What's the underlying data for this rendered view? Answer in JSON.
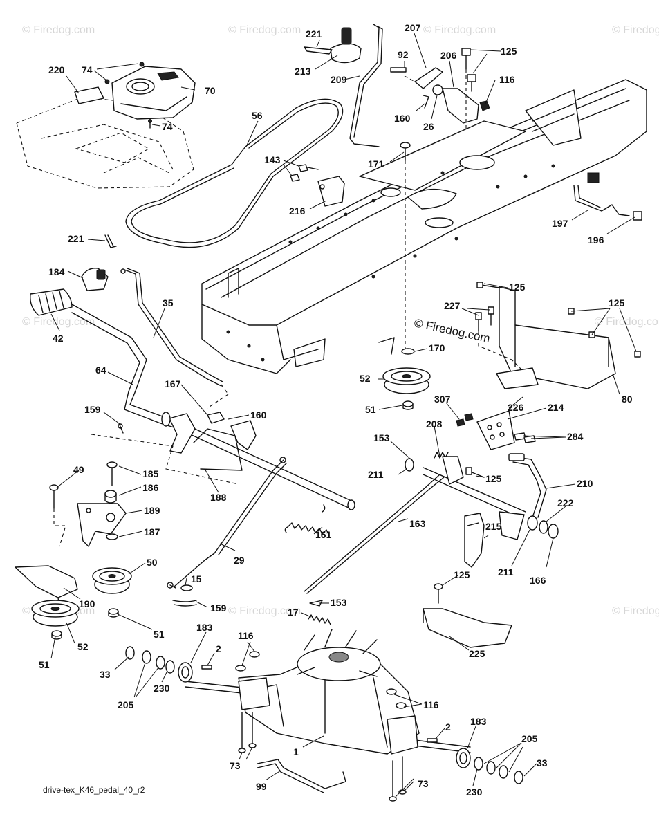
{
  "diagram_id": "drive-tex_K46_pedal_40_r2",
  "watermark": "© Firedog.com",
  "callouts": [
    {
      "id": "c221a",
      "label": "221"
    },
    {
      "id": "c213",
      "label": "213"
    },
    {
      "id": "c207",
      "label": "207"
    },
    {
      "id": "c206",
      "label": "206"
    },
    {
      "id": "c125a",
      "label": "125"
    },
    {
      "id": "c92",
      "label": "92"
    },
    {
      "id": "c220",
      "label": "220"
    },
    {
      "id": "c74a",
      "label": "74"
    },
    {
      "id": "c70",
      "label": "70"
    },
    {
      "id": "c209",
      "label": "209"
    },
    {
      "id": "c116a",
      "label": "116"
    },
    {
      "id": "c160a",
      "label": "160"
    },
    {
      "id": "c26",
      "label": "26"
    },
    {
      "id": "c74b",
      "label": "74"
    },
    {
      "id": "c56",
      "label": "56"
    },
    {
      "id": "c171",
      "label": "171"
    },
    {
      "id": "c143",
      "label": "143"
    },
    {
      "id": "c216",
      "label": "216"
    },
    {
      "id": "c197",
      "label": "197"
    },
    {
      "id": "c196",
      "label": "196"
    },
    {
      "id": "c221b",
      "label": "221"
    },
    {
      "id": "c184",
      "label": "184"
    },
    {
      "id": "c125b",
      "label": "125"
    },
    {
      "id": "c35",
      "label": "35"
    },
    {
      "id": "c227",
      "label": "227"
    },
    {
      "id": "c125c",
      "label": "125"
    },
    {
      "id": "c42",
      "label": "42"
    },
    {
      "id": "c170",
      "label": "170"
    },
    {
      "id": "c64",
      "label": "64"
    },
    {
      "id": "c52a",
      "label": "52"
    },
    {
      "id": "c167",
      "label": "167"
    },
    {
      "id": "c80",
      "label": "80"
    },
    {
      "id": "c159a",
      "label": "159"
    },
    {
      "id": "c160b",
      "label": "160"
    },
    {
      "id": "c51a",
      "label": "51"
    },
    {
      "id": "c307",
      "label": "307"
    },
    {
      "id": "c226",
      "label": "226"
    },
    {
      "id": "c214",
      "label": "214"
    },
    {
      "id": "c208",
      "label": "208"
    },
    {
      "id": "c284",
      "label": "284"
    },
    {
      "id": "c49",
      "label": "49"
    },
    {
      "id": "c185",
      "label": "185"
    },
    {
      "id": "c153a",
      "label": "153"
    },
    {
      "id": "c186",
      "label": "186"
    },
    {
      "id": "c211a",
      "label": "211"
    },
    {
      "id": "c125d",
      "label": "125"
    },
    {
      "id": "c210",
      "label": "210"
    },
    {
      "id": "c188",
      "label": "188"
    },
    {
      "id": "c189",
      "label": "189"
    },
    {
      "id": "c222",
      "label": "222"
    },
    {
      "id": "c187",
      "label": "187"
    },
    {
      "id": "c161",
      "label": "161"
    },
    {
      "id": "c215",
      "label": "215"
    },
    {
      "id": "c163",
      "label": "163"
    },
    {
      "id": "c50",
      "label": "50"
    },
    {
      "id": "c29",
      "label": "29"
    },
    {
      "id": "c211b",
      "label": "211"
    },
    {
      "id": "c166",
      "label": "166"
    },
    {
      "id": "c15",
      "label": "15"
    },
    {
      "id": "c125e",
      "label": "125"
    },
    {
      "id": "c190",
      "label": "190"
    },
    {
      "id": "c159b",
      "label": "159"
    },
    {
      "id": "c17",
      "label": "17"
    },
    {
      "id": "c153b",
      "label": "153"
    },
    {
      "id": "c51b",
      "label": "51"
    },
    {
      "id": "c52b",
      "label": "52"
    },
    {
      "id": "c183a",
      "label": "183"
    },
    {
      "id": "c116b",
      "label": "116"
    },
    {
      "id": "c2a",
      "label": "2"
    },
    {
      "id": "c225",
      "label": "225"
    },
    {
      "id": "c51c",
      "label": "51"
    },
    {
      "id": "c33a",
      "label": "33"
    },
    {
      "id": "c230a",
      "label": "230"
    },
    {
      "id": "c205a",
      "label": "205"
    },
    {
      "id": "c116c",
      "label": "116"
    },
    {
      "id": "c2b",
      "label": "2"
    },
    {
      "id": "c183b",
      "label": "183"
    },
    {
      "id": "c1",
      "label": "1"
    },
    {
      "id": "c205b",
      "label": "205"
    },
    {
      "id": "c73a",
      "label": "73"
    },
    {
      "id": "c33b",
      "label": "33"
    },
    {
      "id": "c99",
      "label": "99"
    },
    {
      "id": "c73b",
      "label": "73"
    },
    {
      "id": "c230b",
      "label": "230"
    }
  ]
}
